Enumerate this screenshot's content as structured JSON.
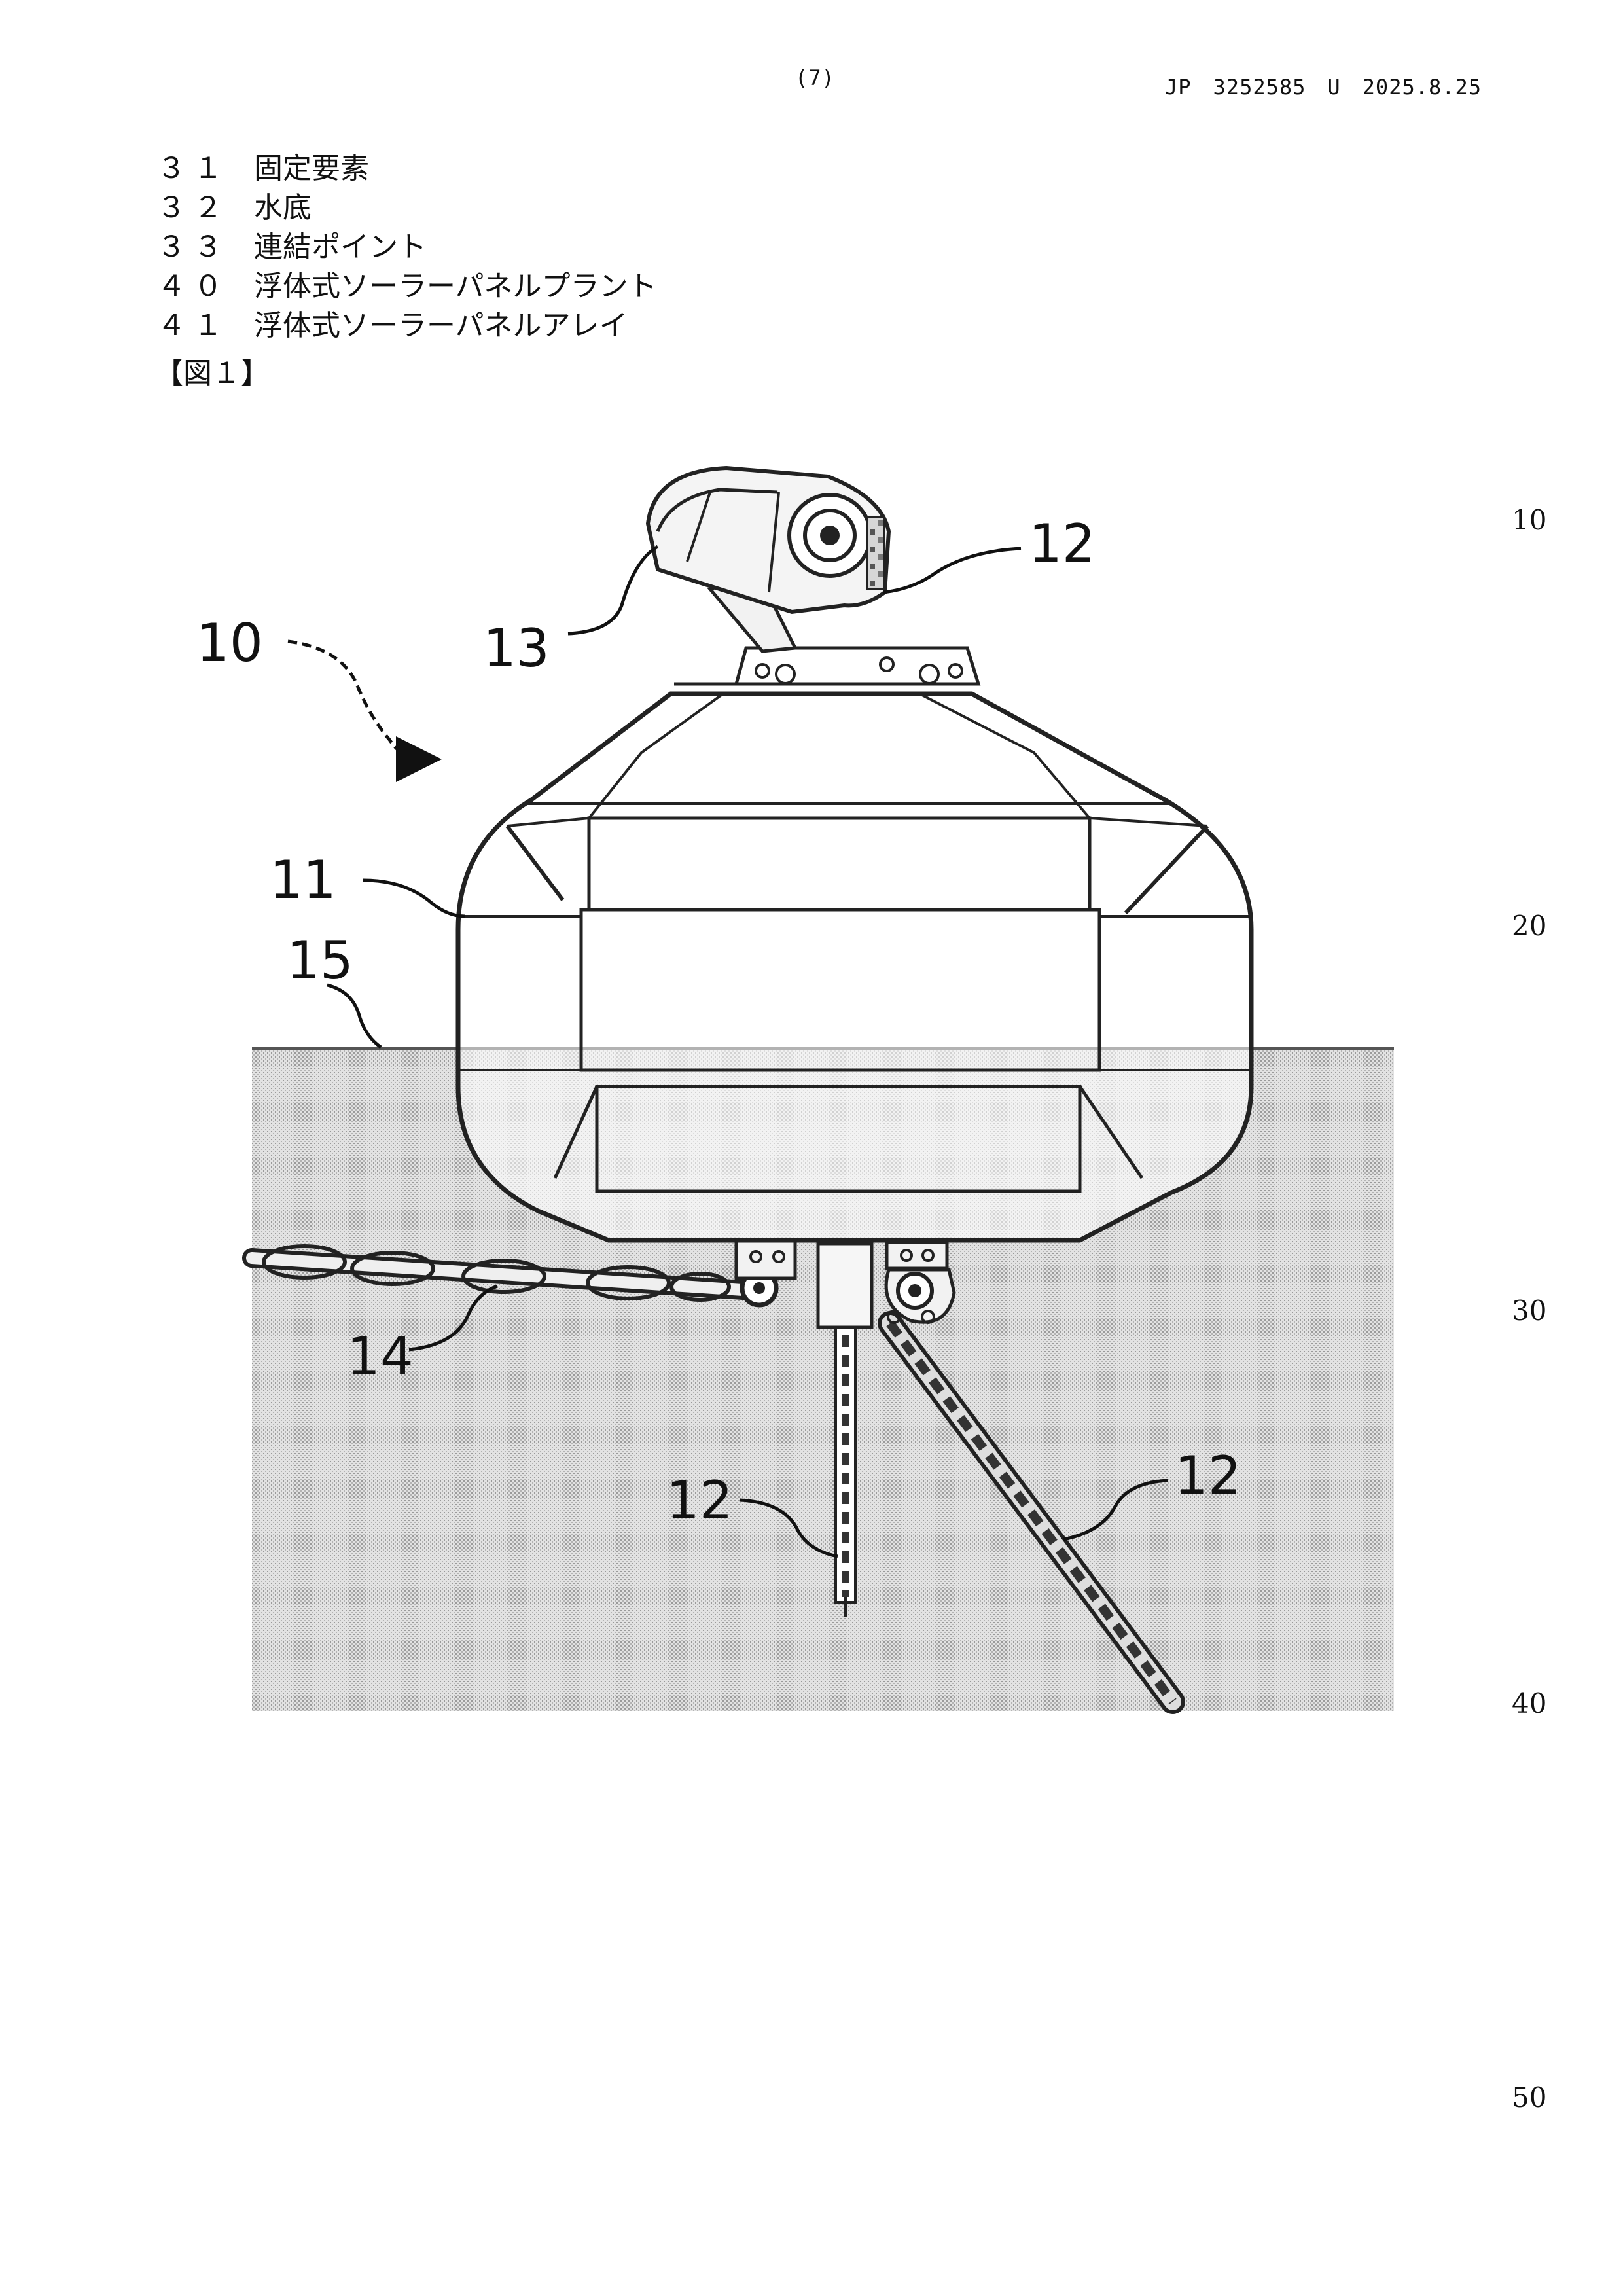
{
  "header": {
    "page_number": "(7)",
    "publication": "JP　3252585　U　2025.8.25"
  },
  "reference_list": [
    {
      "num": "３１",
      "label": "固定要素"
    },
    {
      "num": "３２",
      "label": "水底"
    },
    {
      "num": "３３",
      "label": "連結ポイント"
    },
    {
      "num": "４０",
      "label": "浮体式ソーラーパネルプラント"
    },
    {
      "num": "４１",
      "label": "浮体式ソーラーパネルアレイ"
    }
  ],
  "figure_label": "【図１】",
  "figure_callouts": {
    "c10": "10",
    "c11": "11",
    "c12_top": "12",
    "c12_center": "12",
    "c12_right": "12",
    "c13": "13",
    "c14": "14",
    "c15": "15"
  },
  "line_numbers": [
    "10",
    "20",
    "30",
    "40",
    "50"
  ]
}
